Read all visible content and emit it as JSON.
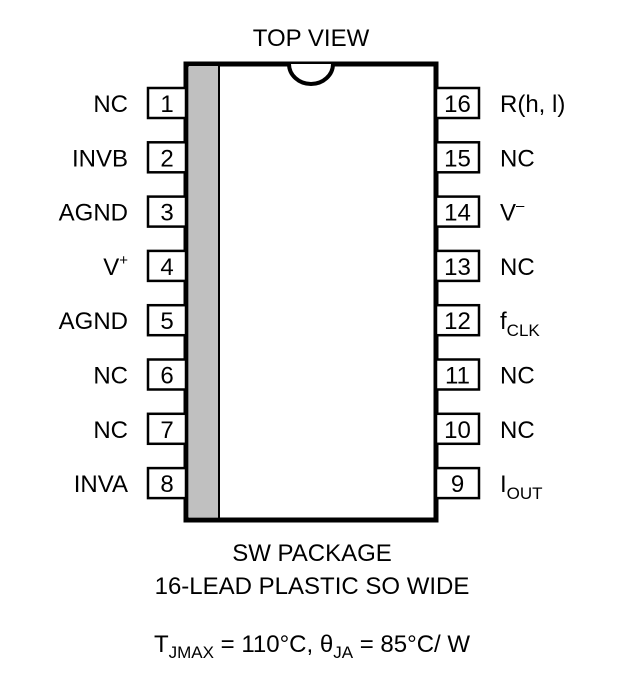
{
  "top_label": "TOP VIEW",
  "pins_left": [
    {
      "number": "1",
      "label": "NC"
    },
    {
      "number": "2",
      "label": "INVB"
    },
    {
      "number": "3",
      "label": "AGND"
    },
    {
      "number": "4",
      "label": "V",
      "label_sup": "+"
    },
    {
      "number": "5",
      "label": "AGND"
    },
    {
      "number": "6",
      "label": "NC"
    },
    {
      "number": "7",
      "label": "NC"
    },
    {
      "number": "8",
      "label": "INVA"
    }
  ],
  "pins_right": [
    {
      "number": "16",
      "label": "R(h, l)"
    },
    {
      "number": "15",
      "label": "NC"
    },
    {
      "number": "14",
      "label": "V",
      "label_sup": "–"
    },
    {
      "number": "13",
      "label": "NC"
    },
    {
      "number": "12",
      "label": "f",
      "label_sub": "CLK"
    },
    {
      "number": "11",
      "label": "NC"
    },
    {
      "number": "10",
      "label": "NC"
    },
    {
      "number": "9",
      "label": "I",
      "label_sub": "OUT"
    }
  ],
  "package_line1": "SW PACKAGE",
  "package_line2": "16-LEAD PLASTIC SO WIDE",
  "thermal": {
    "t_symbol": "T",
    "t_sub": "JMAX",
    "t_value": " = 110°C, ",
    "theta_symbol": "θ",
    "theta_sub": "JA",
    "theta_value": " = 85°C/ W"
  },
  "colors": {
    "stroke": "#000000",
    "stripe": "#c0c0c0",
    "background": "#ffffff"
  }
}
